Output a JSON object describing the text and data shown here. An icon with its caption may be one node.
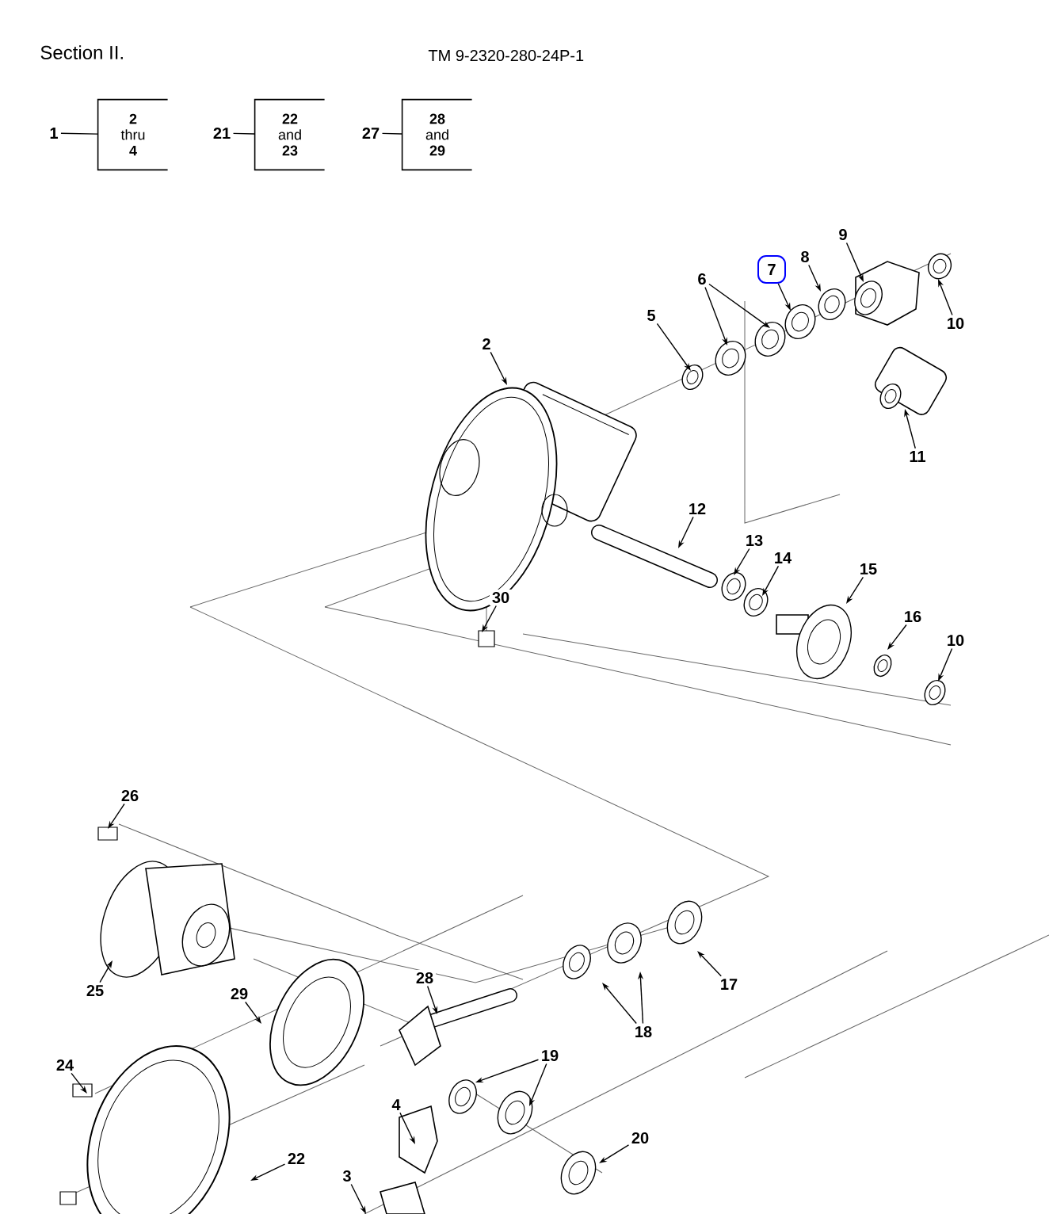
{
  "diagram": {
    "nodes": [
      {
        "text": [
          "1"
        ]
      },
      {
        "text": [
          "**2** thru **4**"
        ]
      },
      {
        "text": [
          "21"
        ]
      },
      {
        "text": [
          "**22** and **23**"
        ]
      },
      {
        "text": [
          "27"
        ]
      },
      {
        "text": [
          "**28** and **29**"
        ]
      },
      {
        "text": [
          "9"
        ]
      },
      {
        "text": [
          "8"
        ]
      },
      {
        "text": [
          "7"
        ]
      },
      {
        "text": [
          "6"
        ]
      },
      {
        "text": [
          "5"
        ]
      },
      {
        "text": [
          "10"
        ]
      },
      {
        "text": [
          "2"
        ]
      },
      {
        "text": [
          "11"
        ]
      },
      {
        "text": [
          "12"
        ]
      },
      {
        "text": [
          "13"
        ]
      },
      {
        "text": [
          "14"
        ]
      },
      {
        "text": [
          "15"
        ]
      },
      {
        "text": [
          "30"
        ]
      },
      {
        "text": [
          "16"
        ]
      },
      {
        "text": [
          "10"
        ]
      },
      {
        "text": [
          "26"
        ]
      },
      {
        "text": [
          "28"
        ]
      },
      {
        "text": [
          "17"
        ]
      },
      {
        "text": [
          "25"
        ]
      },
      {
        "text": [
          "29"
        ]
      },
      {
        "text": [
          "18"
        ]
      },
      {
        "text": [
          "19"
        ]
      },
      {
        "text": [
          "24"
        ]
      },
      {
        "text": [
          "4"
        ]
      },
      {
        "text": [
          "20"
        ]
      },
      {
        "text": [
          "22"
        ]
      },
      {
        "text": [
          "3"
        ]
      }
    ],
    "edges": [
      {
        "from": 0,
        "to": 1,
        "arrow": "none"
      },
      {
        "from": 2,
        "to": 3,
        "arrow": "none"
      },
      {
        "from": 4,
        "to": 5,
        "arrow": "none"
      },
      {
        "from": 6,
        "to": null,
        "arrow": "to"
      },
      {
        "from": 7,
        "to": null,
        "arrow": "to"
      },
      {
        "from": 8,
        "to": null,
        "arrow": "to"
      },
      {
        "from": 9,
        "to": null,
        "arrow": "to"
      },
      {
        "from": 9,
        "to": null,
        "arrow": "to"
      },
      {
        "from": 10,
        "to": null,
        "arrow": "to"
      },
      {
        "from": 11,
        "to": null,
        "arrow": "to"
      },
      {
        "from": 12,
        "to": null,
        "arrow": "to"
      },
      {
        "from": 13,
        "to": null,
        "arrow": "to"
      },
      {
        "from": 14,
        "to": null,
        "arrow": "to"
      },
      {
        "from": 15,
        "to": null,
        "arrow": "to"
      },
      {
        "from": 16,
        "to": null,
        "arrow": "to"
      },
      {
        "from": 17,
        "to": null,
        "arrow": "to"
      },
      {
        "from": 18,
        "to": null,
        "arrow": "to"
      },
      {
        "from": 19,
        "to": null,
        "arrow": "to"
      },
      {
        "from": 20,
        "to": null,
        "arrow": "to"
      },
      {
        "from": 21,
        "to": null,
        "arrow": "to"
      },
      {
        "from": 22,
        "to": null,
        "arrow": "to"
      },
      {
        "from": 23,
        "to": null,
        "arrow": "to"
      },
      {
        "from": 24,
        "to": null,
        "arrow": "to"
      },
      {
        "from": 25,
        "to": null,
        "arrow": "to"
      },
      {
        "from": 26,
        "to": null,
        "arrow": "to"
      },
      {
        "from": 26,
        "to": null,
        "arrow": "to"
      },
      {
        "from": 27,
        "to": null,
        "arrow": "to"
      },
      {
        "from": 27,
        "to": null,
        "arrow": "to"
      },
      {
        "from": 28,
        "to": null,
        "arrow": "to"
      },
      {
        "from": 29,
        "to": null,
        "arrow": "to"
      },
      {
        "from": 30,
        "to": null,
        "arrow": "to"
      },
      {
        "from": 31,
        "to": null,
        "arrow": "to"
      },
      {
        "from": 32,
        "to": null,
        "arrow": "to"
      }
    ],
    "labels": [
      "Section II.",
      "TM 9-2320-280-24P-1"
    ]
  }
}
